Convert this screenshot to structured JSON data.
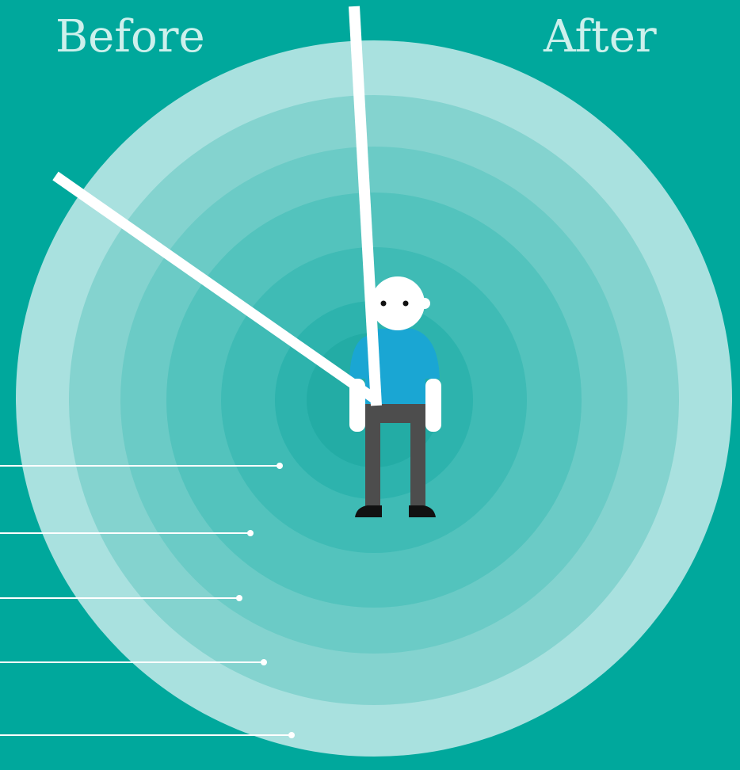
{
  "labels": {
    "before": "Before",
    "after": "After"
  },
  "colors": {
    "background": "#00a89c",
    "rings": [
      "#a9e1df",
      "#84d3cf",
      "#6bcbc6",
      "#53c3bd",
      "#3fbbb5",
      "#2db3ad",
      "#23aca5"
    ],
    "hands": "#ffffff",
    "leader_lines": "#ffffff",
    "figure_head": "#ffffff",
    "figure_shirt": "#1aa6d3",
    "figure_arms": "#ffffff",
    "figure_pants": "#4d4d4d",
    "figure_shoes": "#111111",
    "figure_eyes": "#111111"
  },
  "diagram": {
    "ring_count": 7,
    "leader_line_count": 5,
    "hand_count": 2
  }
}
